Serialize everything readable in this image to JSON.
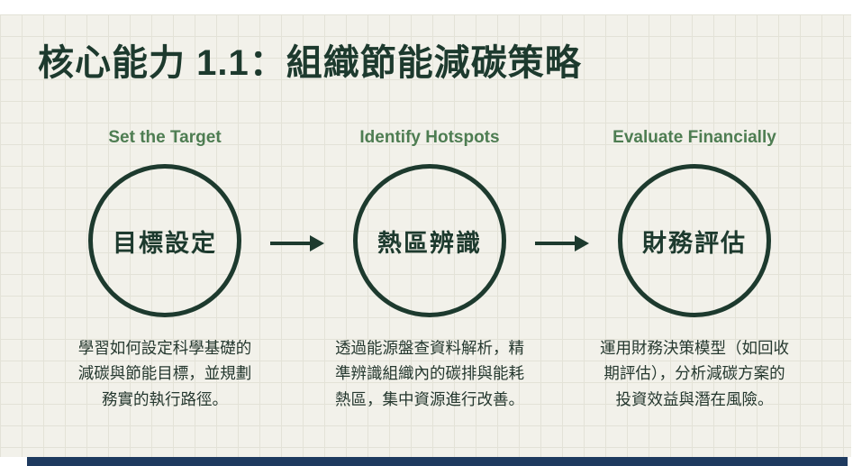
{
  "slide": {
    "title": "核心能力 1.1：組織節能減碳策略"
  },
  "columns": [
    {
      "heading": "Set the Target",
      "circle_label": "目標設定",
      "description": "學習如何設定科學基礎的\n減碳與節能目標，並規劃\n務實的執行路徑。"
    },
    {
      "heading": "Identify Hotspots",
      "circle_label": "熱區辨識",
      "description": "透過能源盤查資料解析，精\n準辨識組織內的碳排與能耗\n熱區，集中資源進行改善。"
    },
    {
      "heading": "Evaluate Financially",
      "circle_label": "財務評估",
      "description": "運用財務決策模型（如回收\n期評估），分析減碳方案的\n投資效益與潛在風險。"
    }
  ],
  "icons": {
    "arrow": "arrow-right-icon"
  },
  "colors": {
    "title_text": "#1d3a2e",
    "heading_green": "#4e7d52",
    "circle_border": "#1d3a2e",
    "body_text": "#25382f",
    "background": "#f2f1ea",
    "grid_line": "#e3e2d7",
    "footer_bar": "#1e3a5f"
  }
}
